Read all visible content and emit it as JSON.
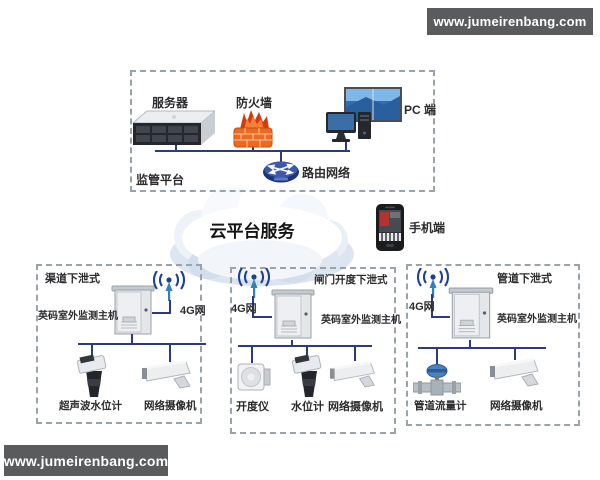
{
  "brand": {
    "top_banner": "www.jumeirenbang.com",
    "bottom_banner": "www.jumeirenbang.com"
  },
  "colors": {
    "banner_bg": "#5a5b5d",
    "connector_line": "#2e3a80",
    "firewall_orange": "#ed6a1f",
    "router_blue": "#2a418f",
    "antenna_blue": "#2f7fc1",
    "cloud_shade": "#dce5f0"
  },
  "platform_box": {
    "corner_label": "监管平台",
    "server": "服务器",
    "firewall": "防火墙",
    "pc": "PC 端",
    "router": "路由网络"
  },
  "cloud": {
    "label": "云平台服务"
  },
  "mobile": {
    "label": "手机端"
  },
  "site_boxes": [
    {
      "title": "渠道下泄式",
      "network": "4G网",
      "host": "英码室外监测主机",
      "devices": [
        "超声波水位计",
        "网络摄像机"
      ]
    },
    {
      "title": "闸门开度下泄式",
      "network": "4G网",
      "host": "英码室外监测主机",
      "devices": [
        "开度仪",
        "水位计",
        "网络摄像机"
      ]
    },
    {
      "title": "管道下泄式",
      "network": "4G网",
      "host": "英码室外监测主机",
      "devices": [
        "管道流量计",
        "网络摄像机"
      ]
    }
  ]
}
